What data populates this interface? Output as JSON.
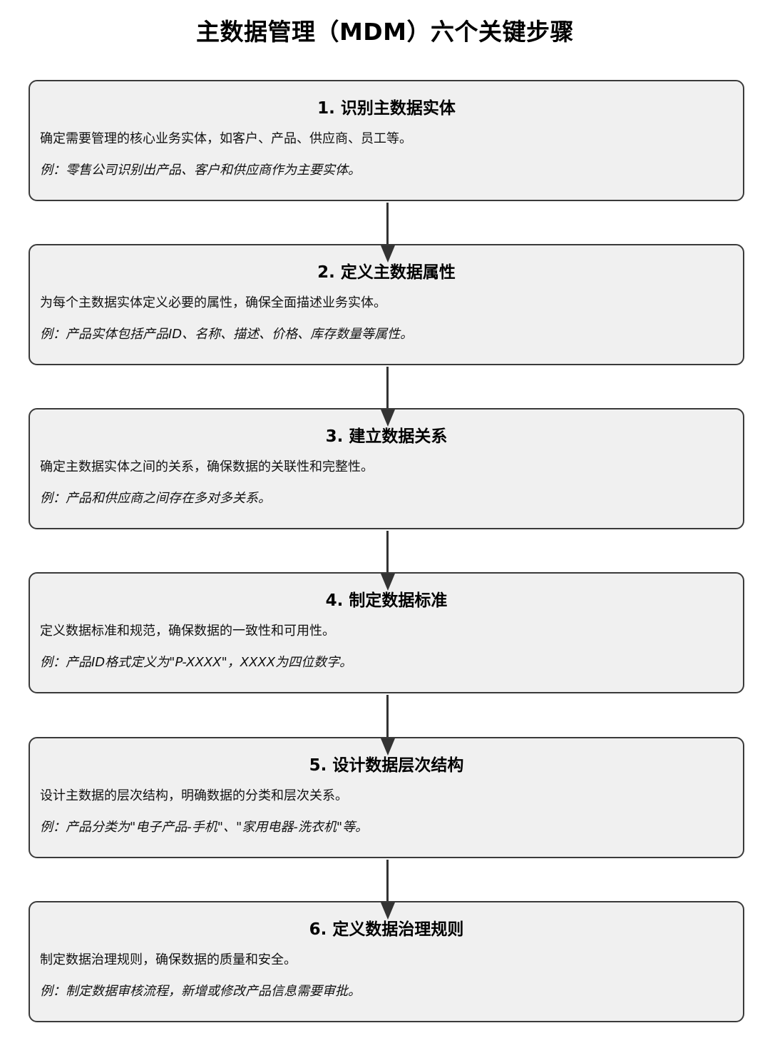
{
  "title": "主数据管理（MDM）六个关键步骤",
  "steps": [
    {
      "title": "1. 识别主数据实体",
      "description": "确定需要管理的核心业务实体，如客户、产品、供应商、员工等。",
      "example": "例：零售公司识别出产品、客户和供应商作为主要实体。"
    },
    {
      "title": "2. 定义主数据属性",
      "description": "为每个主数据实体定义必要的属性，确保全面描述业务实体。",
      "example": "例：产品实体包括产品ID、名称、描述、价格、库存数量等属性。"
    },
    {
      "title": "3. 建立数据关系",
      "description": "确定主数据实体之间的关系，确保数据的关联性和完整性。",
      "example": "例：产品和供应商之间存在多对多关系。"
    },
    {
      "title": "4. 制定数据标准",
      "description": "定义数据标准和规范，确保数据的一致性和可用性。",
      "example": "例：产品ID格式定义为\"P-XXXX\"，XXXX为四位数字。"
    },
    {
      "title": "5. 设计数据层次结构",
      "description": "设计主数据的层次结构，明确数据的分类和层次关系。",
      "example": "例：产品分类为\"电子产品-手机\"、\"家用电器-洗衣机\"等。"
    },
    {
      "title": "6. 定义数据治理规则",
      "description": "制定数据治理规则，确保数据的质量和安全。",
      "example": "例：制定数据审核流程，新增或修改产品信息需要审批。"
    }
  ],
  "colors": {
    "box_fill": "#f0f0f0",
    "box_border": "#3a3a3a",
    "arrow": "#333333"
  }
}
